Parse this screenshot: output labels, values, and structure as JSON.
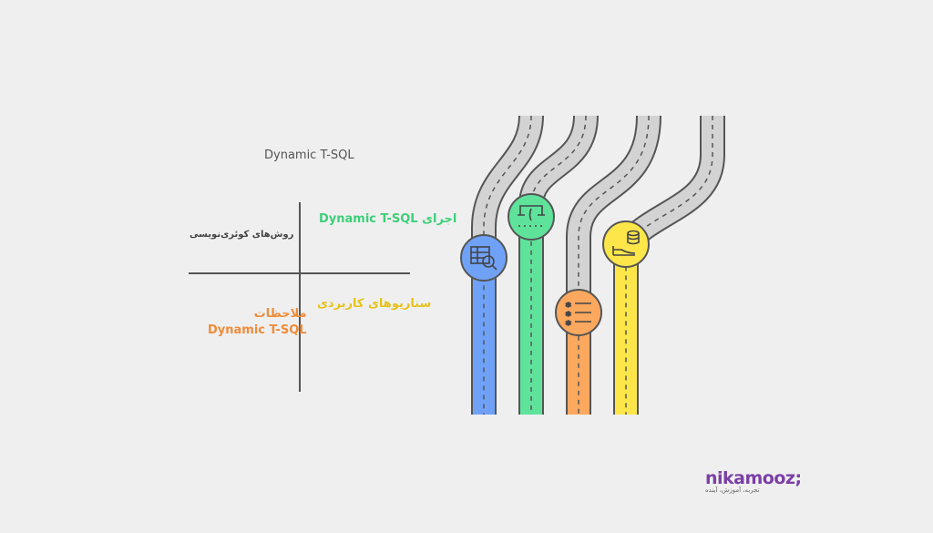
{
  "title": "Dynamic T-SQL",
  "quadrants": {
    "top_right": "اجرای Dynamic T-SQL",
    "top_left": "روش‌های کوئری‌نویسی",
    "bottom_right": "سناریوهای کاربردی",
    "bottom_left_line1": "ملاحظات",
    "bottom_left_line2": "Dynamic T-SQL"
  },
  "roads": [
    {
      "color": "#6fa2f7",
      "icon": "table-search-icon"
    },
    {
      "color": "#5fe39b",
      "icon": "download-tray-icon"
    },
    {
      "color": "#fca85e",
      "icon": "list-icon"
    },
    {
      "color": "#fde64a",
      "icon": "database-icon"
    }
  ],
  "logo": {
    "name": "nikamooz;",
    "tagline": "تجربه، آموزش، آینده"
  }
}
